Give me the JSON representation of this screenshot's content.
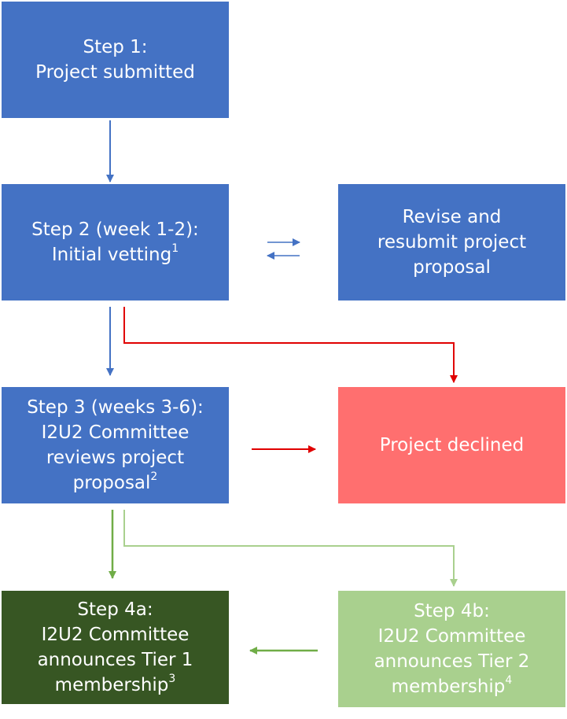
{
  "diagram": {
    "step1": {
      "title": "Step 1:",
      "line1": "Project submitted"
    },
    "step2": {
      "title": "Step 2 (week 1-2):",
      "line1": "Initial vetting",
      "footnote": "1"
    },
    "revise": {
      "line1": "Revise and",
      "line2": "resubmit project",
      "line3": "proposal"
    },
    "step3": {
      "title": "Step 3 (weeks 3-6):",
      "line1": "I2U2 Committee",
      "line2": "reviews project",
      "line3": "proposal",
      "footnote": "2"
    },
    "declined": {
      "line1": "Project declined"
    },
    "step4a": {
      "title": "Step 4a:",
      "line1": "I2U2 Committee",
      "line2": "announces Tier 1",
      "line3": "membership",
      "footnote": "3"
    },
    "step4b": {
      "title": "Step 4b:",
      "line1": "I2U2 Committee",
      "line2": "announces Tier 2",
      "line3": "membership",
      "footnote": "4"
    }
  },
  "colors": {
    "blue": "#4472C4",
    "declined_red": "#FF6F6F",
    "tier1_green": "#375623",
    "tier2_green": "#A9D08E",
    "arrow_blue": "#4472C4",
    "arrow_red": "#E00000",
    "arrow_green": "#70AD47"
  }
}
